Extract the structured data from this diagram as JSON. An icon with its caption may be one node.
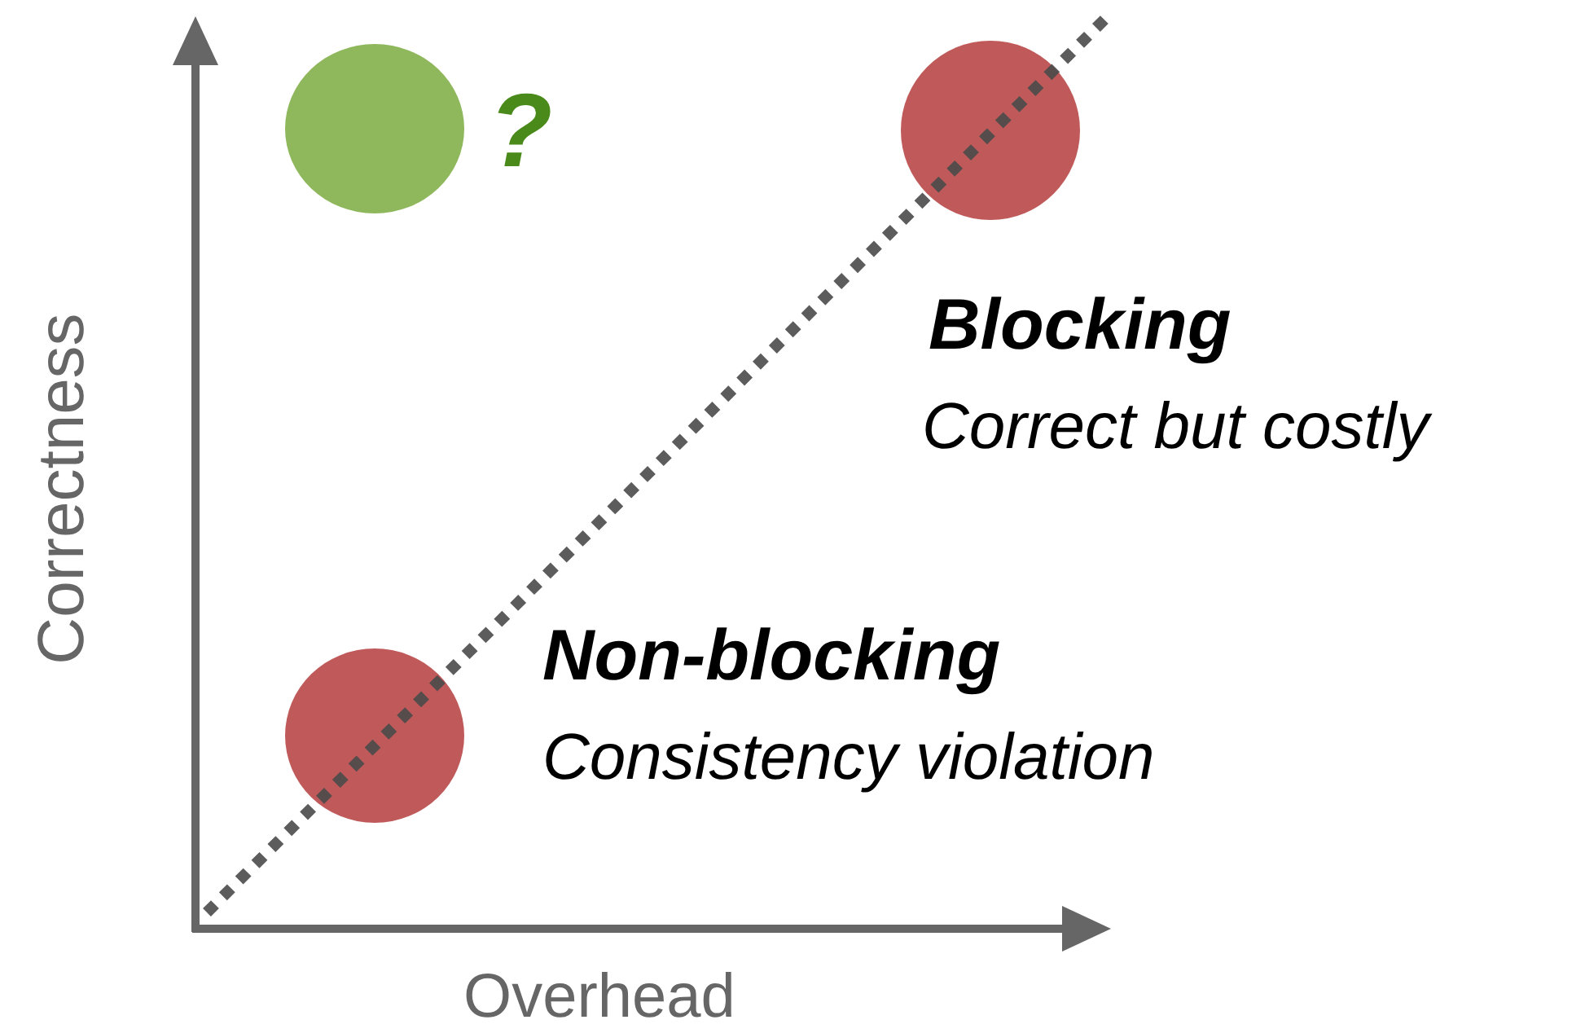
{
  "diagram": {
    "nodes": [
      {
        "text": [],
        "shape": "circle",
        "beside": [
          "?"
        ]
      },
      {
        "text": [],
        "shape": "circle",
        "beside": [
          "Blocking",
          "Correct but costly"
        ]
      },
      {
        "text": [],
        "shape": "circle",
        "beside": [
          "Non-blocking",
          "Consistency violation"
        ]
      }
    ],
    "edges": [],
    "labels": [
      "Correctness",
      "Overhead"
    ]
  }
}
